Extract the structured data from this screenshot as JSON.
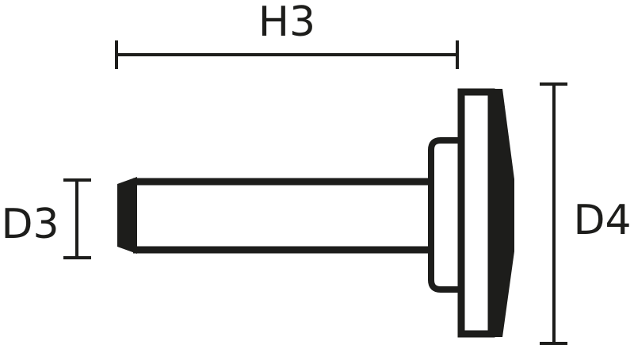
{
  "diagram": {
    "type": "technical-dimension-drawing",
    "subject": "mounted disc / grinding wheel on shank",
    "stroke_color": "#1d1d1b",
    "background": "#ffffff",
    "dimensions": {
      "h3": {
        "label": "H3",
        "description": "overall shank length"
      },
      "d3": {
        "label": "D3",
        "description": "shank diameter"
      },
      "d4": {
        "label": "D4",
        "description": "disc diameter"
      }
    }
  }
}
